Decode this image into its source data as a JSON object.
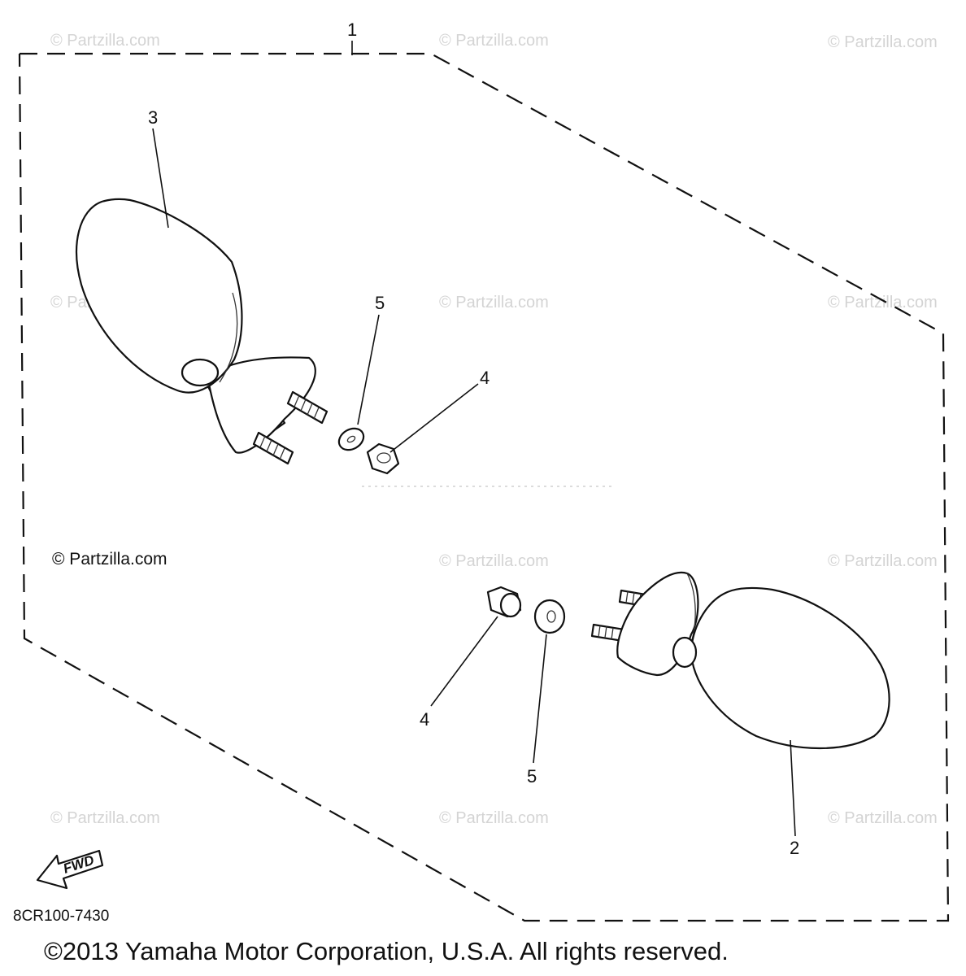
{
  "diagram": {
    "callouts": [
      "1",
      "2",
      "3",
      "4",
      "4",
      "5",
      "5"
    ],
    "watermark": "© Partzilla.com",
    "fwd_label": "FWD",
    "diagram_code": "8CR100-7430",
    "copyright": "©2013 Yamaha Motor Corporation, U.S.A. All rights reserved."
  }
}
